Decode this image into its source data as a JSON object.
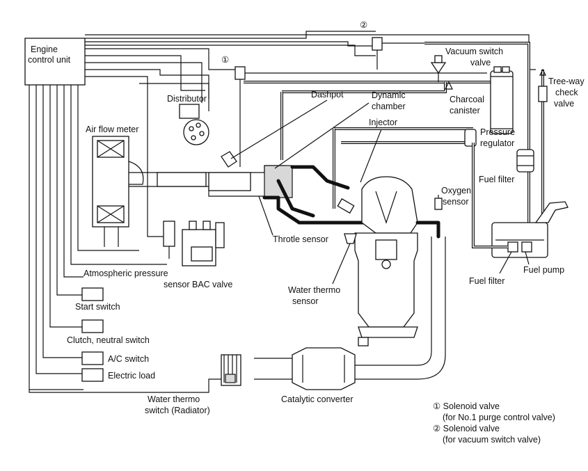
{
  "labels": {
    "ecu": [
      "Engine",
      "control unit"
    ],
    "distributor": "Distributor",
    "dashpot": "Dashpot",
    "dynamic_chamber": [
      "Dynamic",
      "chamber"
    ],
    "injector": "Injector",
    "vacuum_switch_valve": [
      "Vacuum switch",
      "valve"
    ],
    "charcoal_canister": [
      "Charcoal",
      "canister"
    ],
    "tree_way_check_valve": [
      "Tree-way",
      "check",
      "valve"
    ],
    "pressure_regulator": [
      "Pressure",
      "regulator"
    ],
    "fuel_filter_upper": "Fuel filter",
    "air_flow_meter": "Air flow meter",
    "oxygen_sensor": [
      "Oxygen",
      "sensor"
    ],
    "throttle_sensor": "Throtle sensor",
    "atmospheric_pressure_sensor": [
      "Atmospheric pressure",
      "sensor"
    ],
    "bac_valve": "BAC valve",
    "water_thermo_sensor": [
      "Water thermo",
      "sensor"
    ],
    "fuel_filter_lower": "Fuel filter",
    "fuel_pump": "Fuel pump",
    "start_switch": "Start switch",
    "clutch_neutral_switch": "Clutch, neutral switch",
    "ac_switch": "A/C switch",
    "electric_load": "Electric load",
    "water_thermo_switch": [
      "Water thermo",
      "switch (Radiator)"
    ],
    "catalytic_converter": "Catalytic converter"
  },
  "callouts": {
    "one": "①",
    "two": "②"
  },
  "legend": {
    "item1_title": "① Solenoid valve",
    "item1_note": "(for No.1 purge control valve)",
    "item2_title": "② Solenoid valve",
    "item2_note": "(for vacuum switch valve)"
  }
}
